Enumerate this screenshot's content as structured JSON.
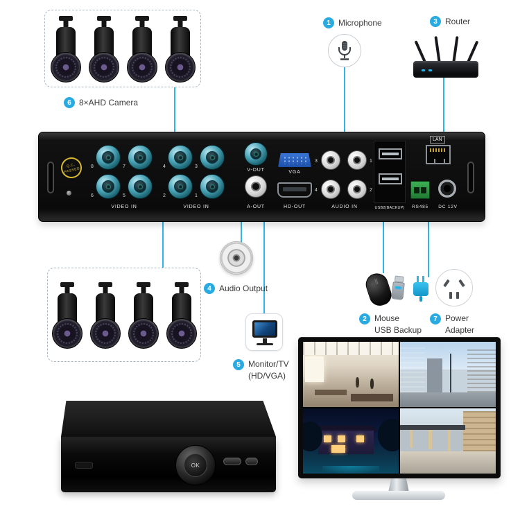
{
  "colors": {
    "accent": "#29abe2",
    "line": "#2db4e8"
  },
  "callouts": {
    "camera": {
      "num": "6",
      "label": "8×AHD Camera"
    },
    "microphone": {
      "num": "1",
      "label": "Microphone"
    },
    "router": {
      "num": "3",
      "label": "Router"
    },
    "audio": {
      "num": "4",
      "label": "Audio Output"
    },
    "monitor": {
      "num": "5",
      "line1": "Monitor/TV",
      "line2": "(HD/VGA)"
    },
    "mouse": {
      "num": "2",
      "line1": "Mouse",
      "line2": "USB Backup"
    },
    "power": {
      "num": "7",
      "line1": "Power",
      "line2": "Adapter"
    }
  },
  "rear_panel": {
    "video_in_1": "VIDEO IN",
    "video_in_2": "VIDEO IN",
    "video_numbers_1": [
      "8",
      "7",
      "6",
      "5"
    ],
    "video_numbers_2": [
      "4",
      "3",
      "2",
      "1"
    ],
    "v_out": "V-OUT",
    "a_out": "A-OUT",
    "vga": "VGA",
    "hd_out": "HD-OUT",
    "audio_in": "AUDIO IN",
    "audio_numbers": [
      "3",
      "1",
      "4",
      "2"
    ],
    "usb": "USB2(BACKUP)",
    "lan": "LAN",
    "rs485": "RS485",
    "dc": "DC 12V",
    "qc1": "Q.C.",
    "qc2": "PASSED"
  },
  "front_panel": {
    "ok": "OK"
  }
}
